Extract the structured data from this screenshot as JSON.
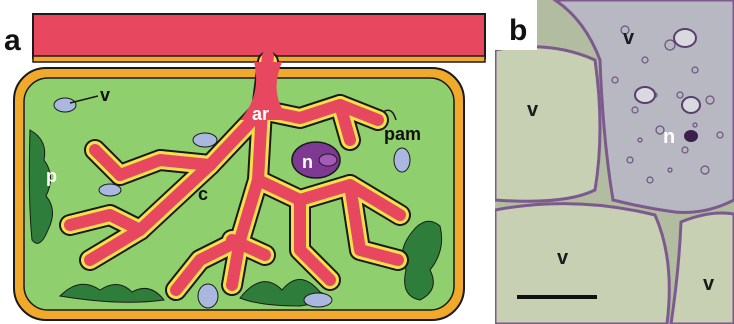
{
  "panel_a": {
    "letter": "a",
    "labels": {
      "vacuole": "v",
      "arbuscule": "ar",
      "periarbuscular_membrane": "pam",
      "nucleus": "n",
      "plastid": "p",
      "cytoplasm": "c"
    },
    "colors": {
      "fungal_hypha": "#e8485f",
      "cell_wall": "#f0a92a",
      "cytoplasm": "#8fcf6d",
      "plastid": "#2e7d3a",
      "vacuole": "#aab8df",
      "nucleus": "#7e3a93",
      "membrane": "#f4e04a"
    }
  },
  "panel_b": {
    "letter": "b",
    "labels": [
      "v",
      "v",
      "n",
      "v",
      "v"
    ],
    "colors": {
      "vacuole": "#c6ceb2",
      "cell_wall": "#7c5a8e",
      "nucleus": "#3d1f4d"
    }
  }
}
